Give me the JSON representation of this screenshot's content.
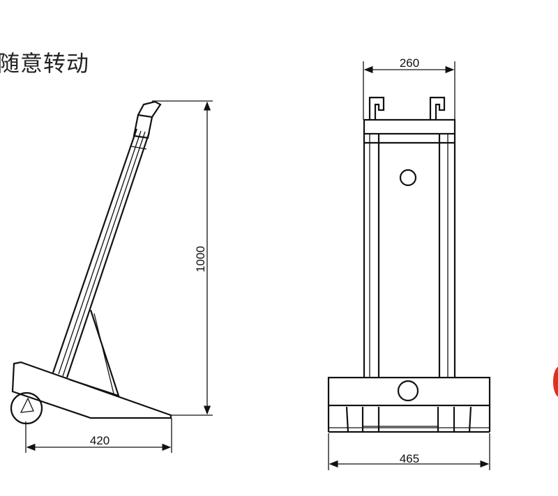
{
  "caption": "随意转动",
  "side_view": {
    "height_dim": "1000",
    "width_dim": "420"
  },
  "front_view": {
    "top_width_dim": "260",
    "base_width_dim": "465"
  },
  "colors": {
    "line": "#111111",
    "accent": "#e03020"
  }
}
